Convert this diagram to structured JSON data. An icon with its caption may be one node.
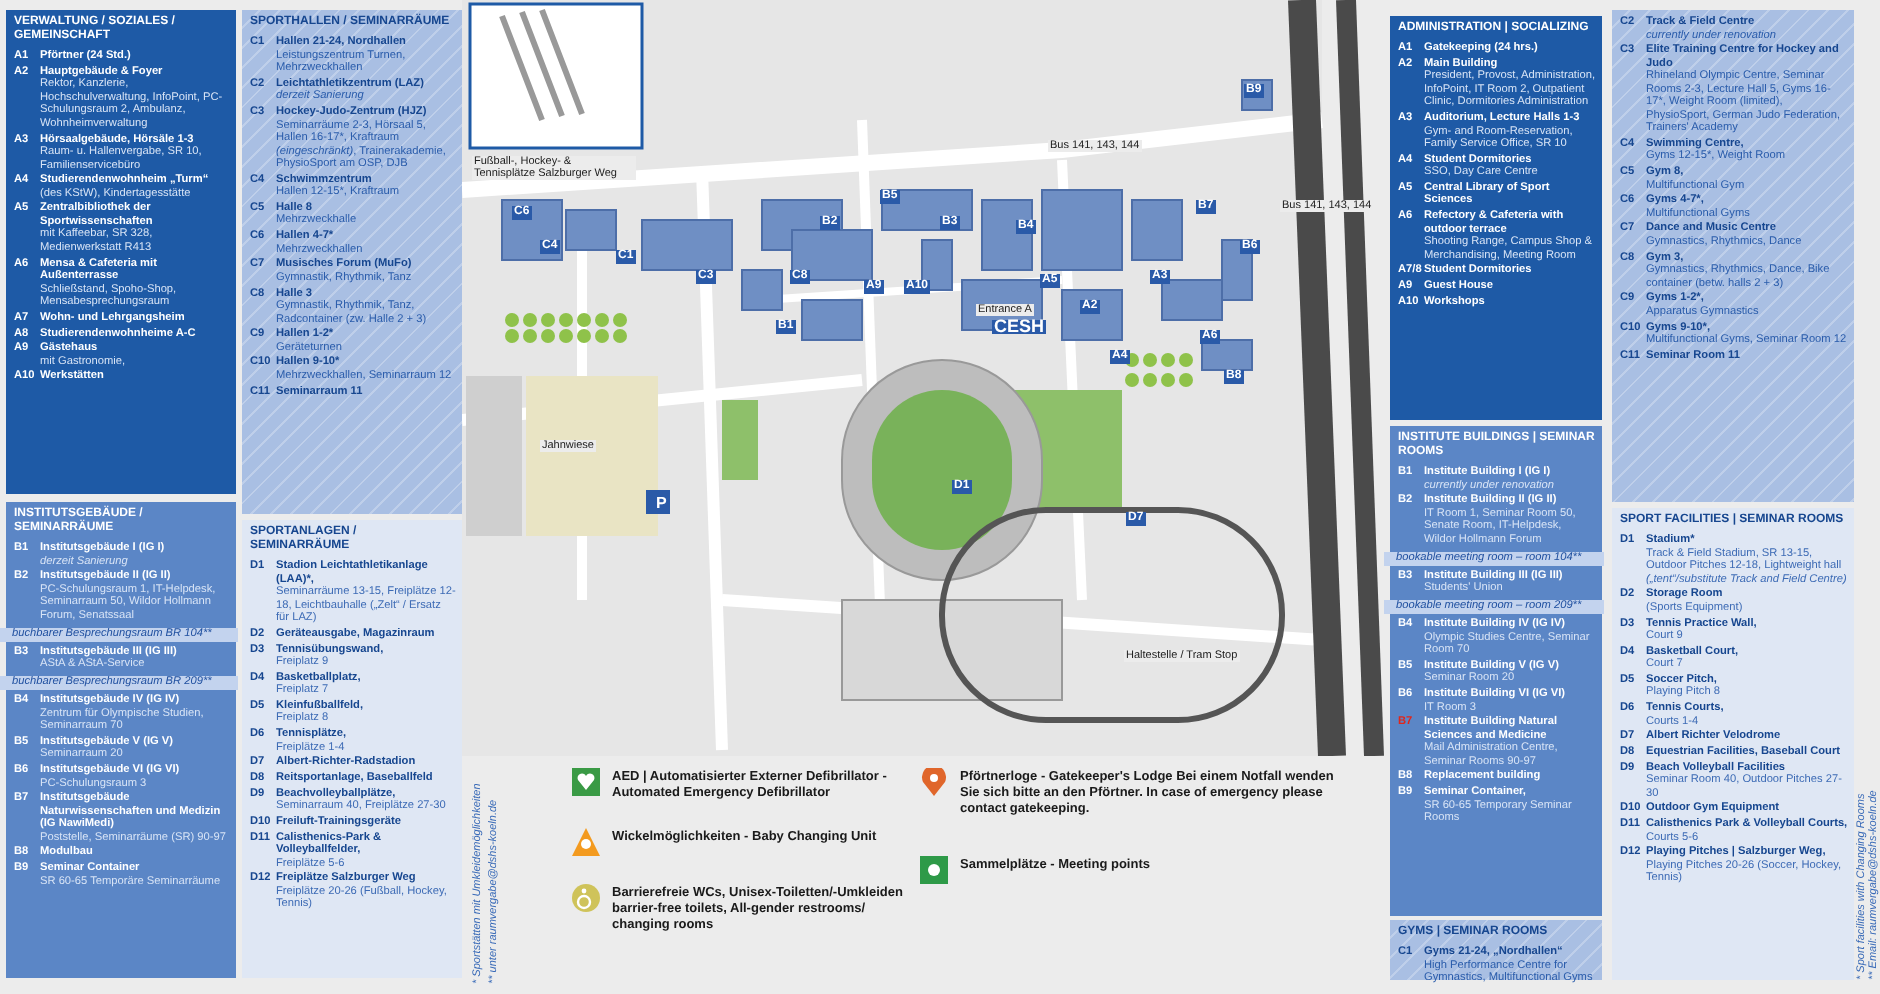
{
  "diagram": {
    "nodes": [
      {
        "text": [
          "VERWALTUNG / SOZIALES / GEMEINSCHAFT"
        ]
      },
      {
        "text": [
          "A1",
          "Pförtner (24 Std.)"
        ],
        "in": 0
      },
      {
        "text": [
          "A2",
          "Hauptgebäude & Foyer",
          "Rektor, Kanzlerie, Hochschulverwaltung, InfoPoint, PC-Schulungsraum 2, Ambulanz, Wohnheimverwaltung"
        ],
        "in": 0
      },
      {
        "text": [
          "A3",
          "Hörsaalgebäude, Hörsäle 1-3",
          "Raum- u. Hallenvergabe, SR 10, Familienservicebüro"
        ],
        "in": 0
      },
      {
        "text": [
          "A4",
          "Studierendenwohnheim „Turm“",
          "(des KStW), Kindertagesstätte"
        ],
        "in": 0
      },
      {
        "text": [
          "A5",
          "Zentralbibliothek der Sportwissenschaften",
          "mit Kaffeebar, SR 328, Medienwerkstatt R413"
        ],
        "in": 0
      },
      {
        "text": [
          "A6",
          "Mensa & Cafeteria mit Außenterrasse",
          "Schließstand, Spoho-Shop, Mensabesprechungsraum"
        ],
        "in": 0
      },
      {
        "text": [
          "A7",
          "Wohn- und Lehrgangsheim"
        ],
        "in": 0
      },
      {
        "text": [
          "A8",
          "Studierendenwohnheime A-C"
        ],
        "in": 0
      },
      {
        "text": [
          "A9",
          "Gästehaus",
          "mit Gastronomie,"
        ],
        "in": 0
      },
      {
        "text": [
          "A10",
          "Werkstätten"
        ],
        "in": 0
      },
      {
        "text": [
          "SPORTHALLEN / SEMINARRÄUME"
        ]
      },
      {
        "text": [
          "C1",
          "Hallen 21-24, Nordhallen",
          "Leistungszentrum Turnen, Mehrzweckhallen"
        ],
        "in": 11
      },
      {
        "text": [
          "C2",
          "Leichtathletikzentrum (LAZ)",
          "*derzeit Sanierung*"
        ],
        "in": 11
      },
      {
        "text": [
          "C3",
          "Hockey-Judo-Zentrum (HJZ)",
          "Seminarräume 2-3, Hörsaal 5, Hallen 16-17*, Kraftraum *(eingeschränkt)*, Trainerakademie, PhysioSport am OSP, DJB"
        ],
        "in": 11
      },
      {
        "text": [
          "C4",
          "Schwimmzentrum",
          "Hallen 12-15*, Kraftraum"
        ],
        "in": 11
      },
      {
        "text": [
          "C5",
          "Halle 8",
          "Mehrzweckhalle"
        ],
        "in": 11
      },
      {
        "text": [
          "C6",
          "Hallen 4-7*",
          "Mehrzweckhallen"
        ],
        "in": 11
      },
      {
        "text": [
          "C7",
          "Musisches Forum (MuFo)",
          "Gymnastik, Rhythmik, Tanz"
        ],
        "in": 11
      },
      {
        "text": [
          "C8",
          "Halle 3",
          "Gymnastik, Rhythmik, Tanz, Radcontainer (zw. Halle 2 + 3)"
        ],
        "in": 11
      },
      {
        "text": [
          "C9",
          "Hallen 1-2*",
          "Geräteturnen"
        ],
        "in": 11
      },
      {
        "text": [
          "C10",
          "Hallen 9-10*",
          "Mehrzweckhallen, Seminarraum 12"
        ],
        "in": 11
      },
      {
        "text": [
          "C11",
          "Seminarraum 11"
        ],
        "in": 11
      },
      {
        "text": [
          "INSTITUTSGEBÄUDE / SEMINARRÄUME"
        ]
      },
      {
        "text": [
          "B1",
          "Institutsgebäude I (IG I)",
          "*derzeit Sanierung*"
        ],
        "in": 23
      },
      {
        "text": [
          "B2",
          "Institutsgebäude II (IG II)",
          "PC-Schulungsraum 1, IT-Helpdesk, Seminarraum 50, Wildor Hollmann Forum, Senatssaal"
        ],
        "in": 23
      },
      {
        "text": [
          "buchbarer Besprechungsraum BR 104**"
        ],
        "in": 23
      },
      {
        "text": [
          "B3",
          "Institutsgebäude III (IG III)",
          "AStA & AStA-Service"
        ],
        "in": 23
      },
      {
        "text": [
          "buchbarer Besprechungsraum BR 209**"
        ],
        "in": 23
      },
      {
        "text": [
          "B4",
          "Institutsgebäude IV (IG IV)",
          "Zentrum für Olympische Studien, Seminarraum 70"
        ],
        "in": 23
      },
      {
        "text": [
          "B5",
          "Institutsgebäude V (IG V)",
          "Seminarraum 20"
        ],
        "in": 23
      },
      {
        "text": [
          "B6",
          "Institutsgebäude VI (IG VI)",
          "PC-Schulungsraum 3"
        ],
        "in": 23
      },
      {
        "text": [
          "B7",
          "Institutsgebäude Naturwissenschaften und Medizin (IG NawiMedi)",
          "Poststelle, Seminarräume (SR) 90-97"
        ],
        "in": 23
      },
      {
        "text": [
          "B8",
          "Modulbau"
        ],
        "in": 23
      },
      {
        "text": [
          "B9",
          "Seminar Container",
          "SR 60-65 Temporäre Seminarräume"
        ],
        "in": 23
      },
      {
        "text": [
          "SPORTANLAGEN / SEMINARRÄUME"
        ]
      },
      {
        "text": [
          "D1",
          "Stadion Leichtathletikanlage (LAA)*,",
          "Seminarräume 13-15, Freiplätze 12-18, Leichtbauhalle („Zelt“ / Ersatz für LAZ)"
        ],
        "in": 35
      },
      {
        "text": [
          "D2",
          "Geräteausgabe, Magazinraum"
        ],
        "in": 35
      },
      {
        "text": [
          "D3",
          "Tennisübungswand,",
          "Freiplatz 9"
        ],
        "in": 35
      },
      {
        "text": [
          "D4",
          "Basketballplatz,",
          "Freiplatz 7"
        ],
        "in": 35
      },
      {
        "text": [
          "D5",
          "Kleinfußballfeld,",
          "Freiplatz 8"
        ],
        "in": 35
      },
      {
        "text": [
          "D6",
          "Tennisplätze,",
          "Freiplätze 1-4"
        ],
        "in": 35
      },
      {
        "text": [
          "D7",
          "Albert-Richter-Radstadion"
        ],
        "in": 35
      },
      {
        "text": [
          "D8",
          "Reitsportanlage, Baseballfeld"
        ],
        "in": 35
      },
      {
        "text": [
          "D9",
          "Beachvolleyballplätze,",
          "Seminarraum 40, Freiplätze 27-30"
        ],
        "in": 35
      },
      {
        "text": [
          "D10",
          "Freiluft-Trainingsgeräte"
        ],
        "in": 35
      },
      {
        "text": [
          "D11",
          "Calisthenics-Park & Volleyballfelder,",
          "Freiplätze 5-6"
        ],
        "in": 35
      },
      {
        "text": [
          "D12",
          "Freiplätze Salzburger Weg",
          "Freiplätze 20-26 (Fußball, Hockey, Tennis)"
        ],
        "in": 35
      },
      {
        "text": [
          "ADMINISTRATION | SOCIALIZING"
        ]
      },
      {
        "text": [
          "A1",
          "Gatekeeping (24 hrs.)"
        ],
        "in": 48
      },
      {
        "text": [
          "A2",
          "Main Building",
          "President, Provost, Administration, InfoPoint, IT Room 2, Outpatient Clinic, Dormitories Administration"
        ],
        "in": 48
      },
      {
        "text": [
          "A3",
          "Auditorium, Lecture Halls 1-3",
          "Gym- and Room-Reservation, Family Service Office, SR 10"
        ],
        "in": 48
      },
      {
        "text": [
          "A4",
          "Student Dormitories",
          "SSO, Day Care Centre"
        ],
        "in": 48
      },
      {
        "text": [
          "A5",
          "Central Library of Sport Sciences"
        ],
        "in": 48
      },
      {
        "text": [
          "A6",
          "Refectory & Cafeteria with outdoor terrace",
          "Shooting Range, Campus Shop & Merchandising, Meeting Room"
        ],
        "in": 48
      },
      {
        "text": [
          "A7/8",
          "Student Dormitories"
        ],
        "in": 48
      },
      {
        "text": [
          "A9",
          "Guest House"
        ],
        "in": 48
      },
      {
        "text": [
          "A10",
          "Workshops"
        ],
        "in": 48
      },
      {
        "text": [
          "INSTITUTE BUILDINGS | SEMINAR ROOMS"
        ]
      },
      {
        "text": [
          "B1",
          "Institute Building I (IG I)",
          "*currently under renovation*"
        ],
        "in": 58
      },
      {
        "text": [
          "B2",
          "Institute Building II (IG II)",
          "IT Room 1, Seminar Room 50, Senate Room, IT-Helpdesk, Wildor Hollmann Forum"
        ],
        "in": 58
      },
      {
        "text": [
          "bookable meeting room – room 104**"
        ],
        "in": 58
      },
      {
        "text": [
          "B3",
          "Institute Building III (IG III)",
          "Students' Union"
        ],
        "in": 58
      },
      {
        "text": [
          "bookable meeting room – room 209**"
        ],
        "in": 58
      },
      {
        "text": [
          "B4",
          "Institute Building IV (IG IV)",
          "Olympic Studies Centre, Seminar Room 70"
        ],
        "in": 58
      },
      {
        "text": [
          "B5",
          "Institute Building V (IG V)",
          "Seminar Room 20"
        ],
        "in": 58
      },
      {
        "text": [
          "B6",
          "Institute Building VI (IG VI)",
          "IT Room 3"
        ],
        "in": 58
      },
      {
        "text": [
          "B7",
          "Institute Building Natural Sciences and Medicine",
          "Mail Administration Centre, Seminar Rooms 90-97"
        ],
        "in": 58
      },
      {
        "text": [
          "B8",
          "Replacement building"
        ],
        "in": 58
      },
      {
        "text": [
          "B9",
          "Seminar Container,",
          "SR 60-65 Temporary Seminar Rooms"
        ],
        "in": 58
      },
      {
        "text": [
          "GYMS | SEMINAR ROOMS"
        ]
      },
      {
        "text": [
          "C1",
          "Gyms 21-24, „Nordhallen“",
          "High Performance Centre for Gymnastics, Multifunctional Gyms"
        ],
        "in": 70
      },
      {
        "text": [],
        "shape": "box"
      },
      {
        "text": [
          "C2",
          "Track & Field Centre",
          "*currently under renovation*"
        ],
        "in": 72
      },
      {
        "text": [
          "C3",
          "Elite Training Centre for Hockey and Judo",
          "Rhineland Olympic Centre, Seminar Rooms 2-3, Lecture Hall 5, Gyms 16-17*, Weight Room (limited), PhysioSport, German Judo Federation, Trainers' Academy"
        ],
        "in": 72
      },
      {
        "text": [
          "C4",
          "Swimming Centre,",
          "Gyms 12-15*, Weight Room"
        ],
        "in": 72
      },
      {
        "text": [
          "C5",
          "Gym 8,",
          "Multifunctional Gym"
        ],
        "in": 72
      },
      {
        "text": [
          "C6",
          "Gyms 4-7*,",
          "Multifunctional Gyms"
        ],
        "in": 72
      },
      {
        "text": [
          "C7",
          "Dance and Music Centre",
          "Gymnastics, Rhythmics, Dance"
        ],
        "in": 72
      },
      {
        "text": [
          "C8",
          "Gym 3,",
          "Gymnastics, Rhythmics, Dance, Bike container (betw. halls 2 + 3)"
        ],
        "in": 72
      },
      {
        "text": [
          "C9",
          "Gyms 1-2*,",
          "Apparatus Gymnastics"
        ],
        "in": 72
      },
      {
        "text": [
          "C10",
          "Gyms 9-10*,",
          "Multifunctional Gyms, Seminar Room 12"
        ],
        "in": 72
      },
      {
        "text": [
          "C11",
          "Seminar Room 11"
        ],
        "in": 72
      },
      {
        "text": [
          "SPORT FACILITIES | SEMINAR ROOMS"
        ]
      },
      {
        "text": [
          "D1",
          "Stadium*",
          "Track & Field Stadium, SR 13-15, Outdoor Pitches 12-18, Lightweight hall *(„tent“/substitute Track and Field Centre)*"
        ],
        "in": 83
      },
      {
        "text": [
          "D2",
          "Storage Room",
          "(Sports Equipment)"
        ],
        "in": 83
      },
      {
        "text": [
          "D3",
          "Tennis Practice Wall,",
          "Court 9"
        ],
        "in": 83
      },
      {
        "text": [
          "D4",
          "Basketball Court,",
          "Court 7"
        ],
        "in": 83
      },
      {
        "text": [
          "D5",
          "Soccer Pitch,",
          "Playing Pitch 8"
        ],
        "in": 83
      },
      {
        "text": [
          "D6",
          "Tennis Courts,",
          "Courts 1-4"
        ],
        "in": 83
      },
      {
        "text": [
          "D7",
          "Albert Richter Velodrome"
        ],
        "in": 83
      },
      {
        "text": [
          "D8",
          "Equestrian Facilities, Baseball Court"
        ],
        "in": 83
      },
      {
        "text": [
          "D9",
          "Beach Volleyball Facilities",
          "Seminar Room 40, Outdoor Pitches 27-30"
        ],
        "in": 83
      },
      {
        "text": [
          "D10",
          "Outdoor Gym Equipment"
        ],
        "in": 83
      },
      {
        "text": [
          "D11",
          "Calisthenics Park & Volleyball Courts,",
          "Courts 5-6"
        ],
        "in": 83
      },
      {
        "text": [
          "D12",
          "Playing Pitches | Salzburger Weg,",
          "Playing Pitches 20-26 (Soccer, Hockey, Tennis)"
        ],
        "in": 83
      }
    ],
    "labels": [
      "Fußball-, Hockey- & Tennisplätze Salzburger Weg",
      "Bus 141, 143, 144",
      "Bus 141, 143, 144",
      "Jahnwiese",
      "P",
      "Entrance A",
      "CESH",
      "Haltestelle / Tram Stop",
      "C6",
      "C4",
      "C1",
      "C3",
      "C8",
      "B1",
      "B2",
      "B5",
      "B3",
      "B4",
      "A5",
      "A2",
      "A3",
      "A9",
      "A10",
      "A4",
      "A6",
      "B6",
      "B7",
      "B8",
      "B9",
      "D1",
      "D7",
      "* Sportstätten mit Umkleidemöglichkeiten",
      "** unter raumvergabe@dshs-koeln.de",
      "* Sport facilities with Changing Rooms",
      "** Email: raumvergabe@dshs-koeln.de"
    ],
    "legend": [
      {
        "text": "AED | Automatisierter Externer Defibrillator - Automated Emergency Defibrillator"
      },
      {
        "text": "Wickelmöglichkeiten - Baby Changing Unit"
      },
      {
        "text": "Barrierefreie WCs, Unisex-Toiletten/-Umkleiden barrier-free toilets, All-gender restrooms/ changing rooms"
      },
      {
        "text": "Pförtnerloge - Gatekeeper's Lodge Bei einem Notfall wenden Sie sich bitte an den Pförtner. In case of emergency please contact gatekeeping."
      },
      {
        "text": "Sammelplätze - Meeting points"
      }
    ]
  }
}
